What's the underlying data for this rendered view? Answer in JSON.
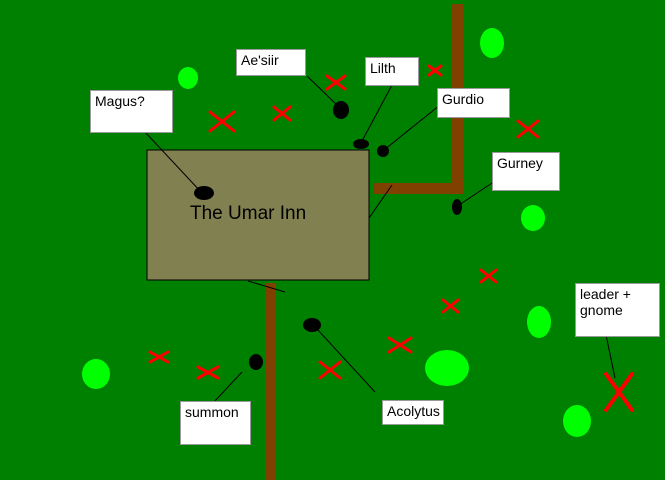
{
  "building": {
    "label": "The Umar Inn",
    "color": "#808050"
  },
  "labels": {
    "magus": "Magus?",
    "aesiir": "Ae'siir",
    "lilth": "Lilth",
    "gurdio": "Gurdio",
    "gurney": "Gurney",
    "leader": "leader + gnome",
    "summon": "summon",
    "acolytus": "Acolytus"
  },
  "colors": {
    "grass": "#008000",
    "road": "#804000",
    "tree": "#00ff00",
    "enemy_marker": "#ff0000",
    "token": "#000000",
    "label_bg": "#ffffff"
  }
}
